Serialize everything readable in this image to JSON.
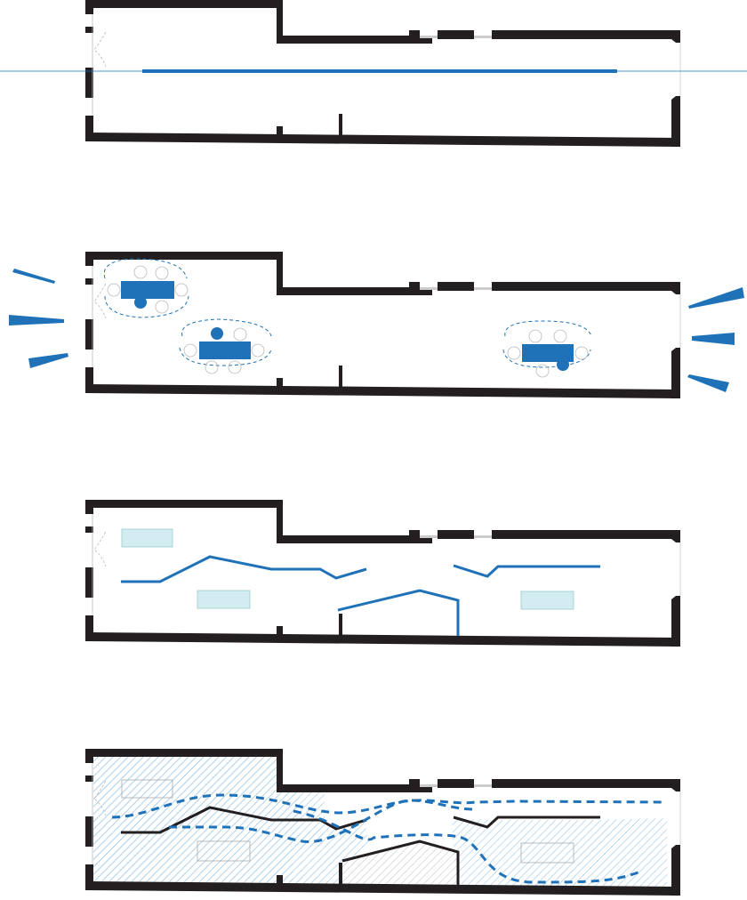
{
  "diagram": {
    "panels": [
      "axis",
      "workstations",
      "partitions",
      "circulation"
    ],
    "colors": {
      "wall": "#231f20",
      "accent": "#1f72b8",
      "light_accent": "#d3ecf2",
      "hatch": "#9cc6e6",
      "furniture_outline": "#aaaaaa"
    }
  }
}
